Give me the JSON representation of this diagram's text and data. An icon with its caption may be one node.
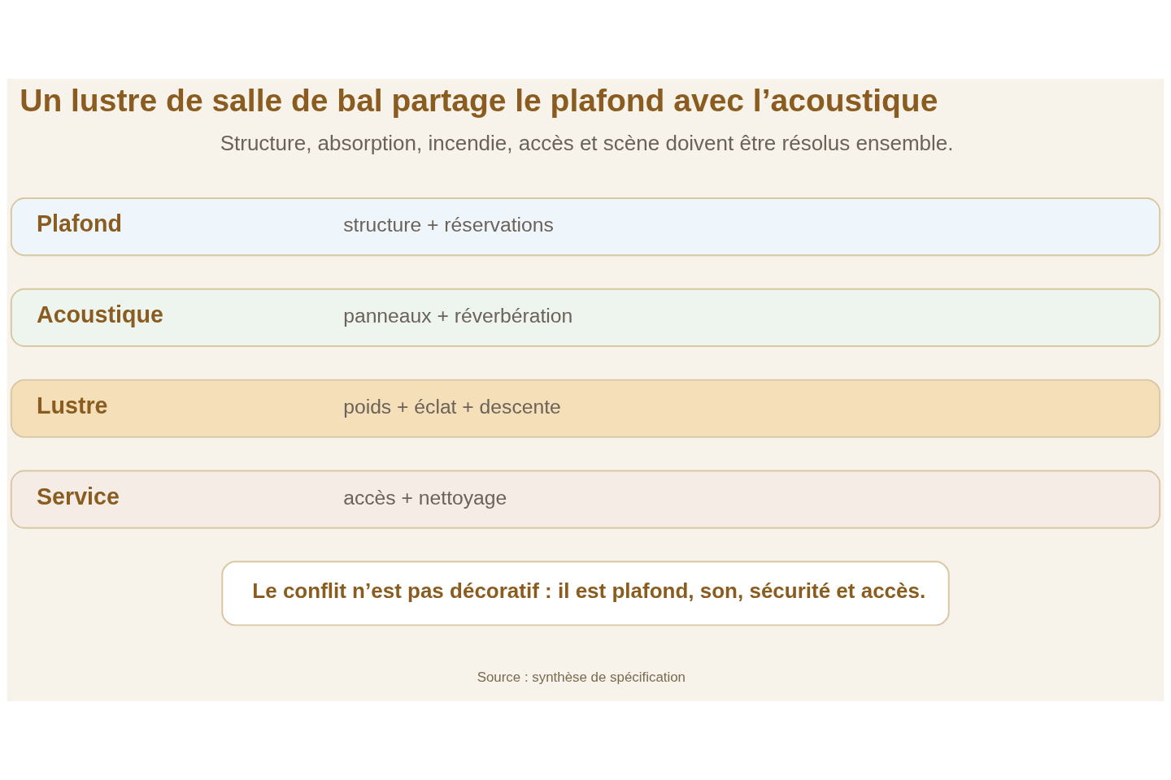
{
  "diagram": {
    "title": "Un lustre de salle de bal partage le plafond avec l’acoustique",
    "nodes": [
      {
        "text": [
          "Plafond",
          "structure + réservations"
        ]
      },
      {
        "text": [
          "Acoustique",
          "panneaux + réverbération"
        ]
      },
      {
        "text": [
          "Lustre",
          "poids + éclat + descente"
        ]
      },
      {
        "text": [
          "Service",
          "accès + nettoyage"
        ]
      },
      {
        "text": [
          "Le conflit n’est pas décoratif : il est plafond, son, sécurité et accès."
        ]
      }
    ],
    "labels": [
      "Structure, absorption, incendie, accès et scène doivent être résolus ensemble.",
      "Source : synthèse de spécification"
    ]
  }
}
